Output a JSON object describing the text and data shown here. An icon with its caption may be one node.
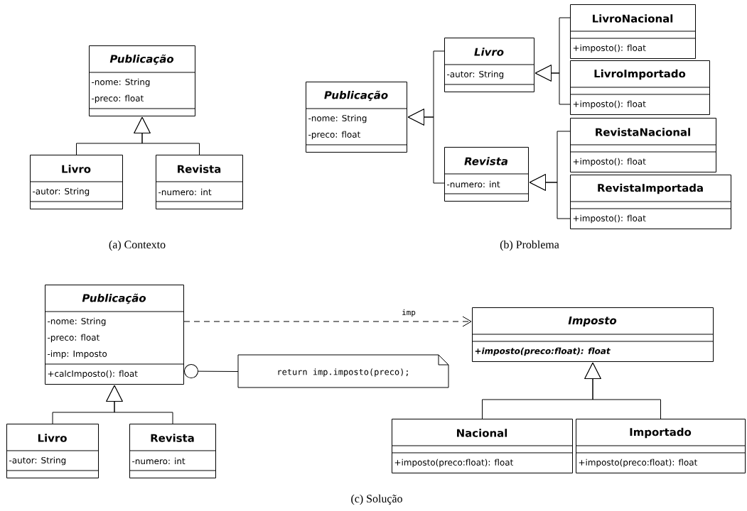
{
  "diagram": {
    "nodes": [
      {
        "text": [
          "Publicação",
          "-nome: String",
          "-preco: float"
        ]
      },
      {
        "text": [
          "Livro",
          "-autor: String"
        ]
      },
      {
        "text": [
          "Revista",
          "-numero: int"
        ]
      },
      {
        "text": [
          "Publicação",
          "-nome: String",
          "-preco: float"
        ]
      },
      {
        "text": [
          "Livro",
          "-autor: String"
        ]
      },
      {
        "text": [
          "Revista",
          "-numero: int"
        ]
      },
      {
        "text": [
          "LivroNacional",
          "+imposto(): float"
        ]
      },
      {
        "text": [
          "LivroImportado",
          "+imposto(): float"
        ]
      },
      {
        "text": [
          "RevistaNacional",
          "+imposto(): float"
        ]
      },
      {
        "text": [
          "RevistaImportada",
          "+imposto(): float"
        ]
      },
      {
        "text": [
          "Publicação",
          "-nome: String",
          "-preco: float",
          "-imp: Imposto",
          "+calcImposto(): float"
        ]
      },
      {
        "text": [
          "Livro",
          "-autor: String"
        ]
      },
      {
        "text": [
          "Revista",
          "-numero: int"
        ]
      },
      {
        "text": [
          "return imp.imposto(preco);"
        ]
      },
      {
        "text": [
          "Imposto",
          "+imposto(preco:float): float"
        ]
      },
      {
        "text": [
          "Nacional",
          "+imposto(preco:float): float"
        ]
      },
      {
        "text": [
          "Importado",
          "+imposto(preco:float): float"
        ]
      }
    ],
    "edges": [
      {
        "from": 1,
        "to": 0,
        "arrow": "to"
      },
      {
        "from": 2,
        "to": 0,
        "arrow": "to"
      },
      {
        "from": 4,
        "to": 3,
        "arrow": "to"
      },
      {
        "from": 5,
        "to": 3,
        "arrow": "to"
      },
      {
        "from": 6,
        "to": 4,
        "arrow": "to"
      },
      {
        "from": 7,
        "to": 4,
        "arrow": "to"
      },
      {
        "from": 8,
        "to": 5,
        "arrow": "to"
      },
      {
        "from": 9,
        "to": 5,
        "arrow": "to"
      },
      {
        "from": 11,
        "to": 10,
        "arrow": "to"
      },
      {
        "from": 12,
        "to": 10,
        "arrow": "to"
      },
      {
        "from": 10,
        "to": 14,
        "arrow": "to",
        "label": "imp",
        "style": "dashed"
      },
      {
        "from": 13,
        "to": 10,
        "arrow": "other"
      },
      {
        "from": 15,
        "to": 14,
        "arrow": "to"
      },
      {
        "from": 16,
        "to": 14,
        "arrow": "to"
      }
    ],
    "labels": [
      "(a) Contexto",
      "(b) Problema",
      "(c) Solução"
    ]
  }
}
